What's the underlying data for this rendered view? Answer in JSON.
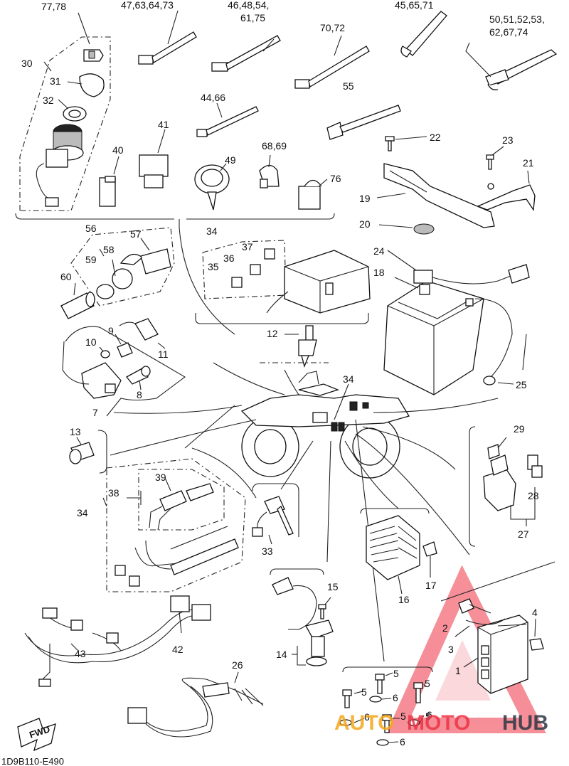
{
  "diagram": {
    "code": "1D9B110-E490",
    "fwd": "FWD",
    "watermark": {
      "part1": "AUTO",
      "part2": "MOTO",
      "part3": "HUB"
    },
    "labels": {
      "l7778": "77,78",
      "l30": "30",
      "l31": "31",
      "l32": "32",
      "l4763": "47,63,64,73",
      "l4648a": "46,48,54,",
      "l4648b": "61,75",
      "l4565": "45,65,71",
      "l5051a": "50,51,52,53,",
      "l5051b": "62,67,74",
      "l7072": "70,72",
      "l55": "55",
      "l4466": "44,66",
      "l41": "41",
      "l40": "40",
      "l49": "49",
      "l6869": "68,69",
      "l76": "76",
      "l22": "22",
      "l23": "23",
      "l21": "21",
      "l19": "19",
      "l20": "20",
      "l56": "56",
      "l57": "57",
      "l58": "58",
      "l59": "59",
      "l60": "60",
      "l34a": "34",
      "l37": "37",
      "l36": "36",
      "l35": "35",
      "l24": "24",
      "l18": "18",
      "l9": "9",
      "l10": "10",
      "l11": "11",
      "l12": "12",
      "l8": "8",
      "l7": "7",
      "l34b": "34",
      "l25": "25",
      "l13": "13",
      "l29": "29",
      "l39": "39",
      "l38": "38",
      "l34c": "34",
      "l28": "28",
      "l27": "27",
      "l33": "33",
      "l16": "16",
      "l17": "17",
      "l15": "15",
      "l4": "4",
      "l2": "2",
      "l3": "3",
      "l14": "14",
      "l43": "43",
      "l42": "42",
      "l1": "1",
      "l26": "26",
      "l5a": "5",
      "l5b": "5",
      "l5c": "5",
      "l5d": "5",
      "l5e": "5",
      "l6a": "6",
      "l6b": "6",
      "l6c": "6",
      "l6d": "6"
    }
  }
}
